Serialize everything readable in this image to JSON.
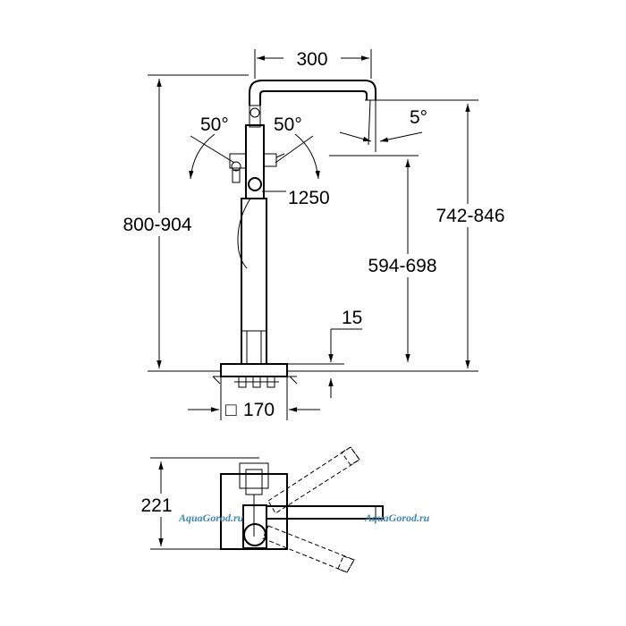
{
  "dimensions": {
    "spout_reach": "300",
    "left_angle": "50°",
    "right_angle": "50°",
    "spout_tilt": "5°",
    "hose_length": "1250",
    "total_height_left": "800-904",
    "total_height_right": "742-846",
    "spout_height": "594-698",
    "floor_offset": "15",
    "base_size": "170",
    "base_prefix_symbol": "□",
    "plan_depth": "221"
  },
  "watermarks": {
    "left": "AquaGorod.ru",
    "right": "AquaGorod.ru",
    "color": "#3f86b8"
  }
}
